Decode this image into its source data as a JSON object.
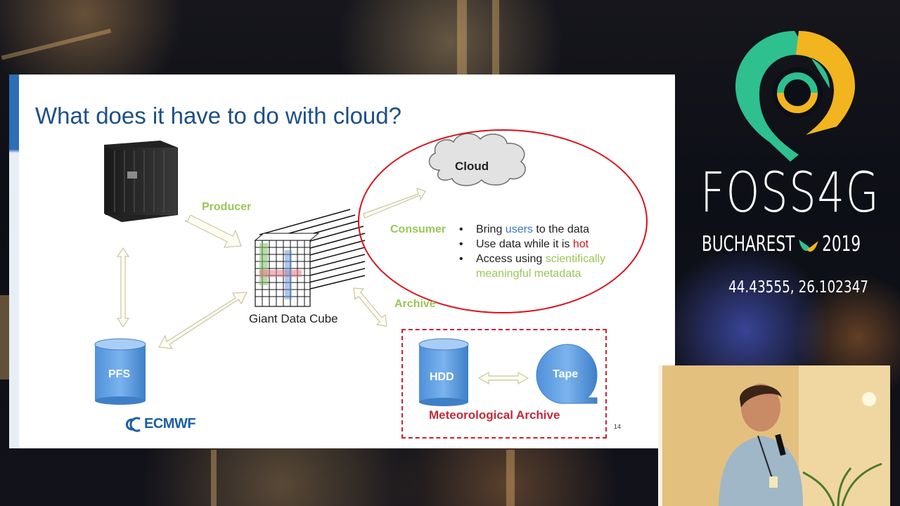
{
  "slide": {
    "title": "What does it have to do with cloud?",
    "producer_label": "Producer",
    "consumer_label": "Consumer",
    "archive_label": "Archive",
    "cloud_label": "Cloud",
    "cube_label": "Giant Data Cube",
    "pfs_label": "PFS",
    "hdd_label": "HDD",
    "tape_label": "Tape",
    "met_archive_label": "Meteorological Archive",
    "logo_label": "ECMWF",
    "page_number": "14",
    "bullets": {
      "b1_pre": "Bring ",
      "b1_hl": "users",
      "b1_post": " to the data",
      "b2_pre": "Use data while it is ",
      "b2_hl": "hot",
      "b3_pre": "Access using ",
      "b3_hl": "scientifically",
      "b3_cont": "meaningful metadata"
    }
  },
  "branding": {
    "event_name": "FOSS4G",
    "city": "BUCHAREST",
    "year": "2019",
    "coordinates": "44.43555, 26.102347"
  },
  "colors": {
    "title_blue": "#1d4f86",
    "accent_green": "#9bc656",
    "accent_red": "#d9121b",
    "accent_blue": "#3a76c1",
    "logo_green": "#2ec08f",
    "logo_yellow": "#f2b51f"
  }
}
